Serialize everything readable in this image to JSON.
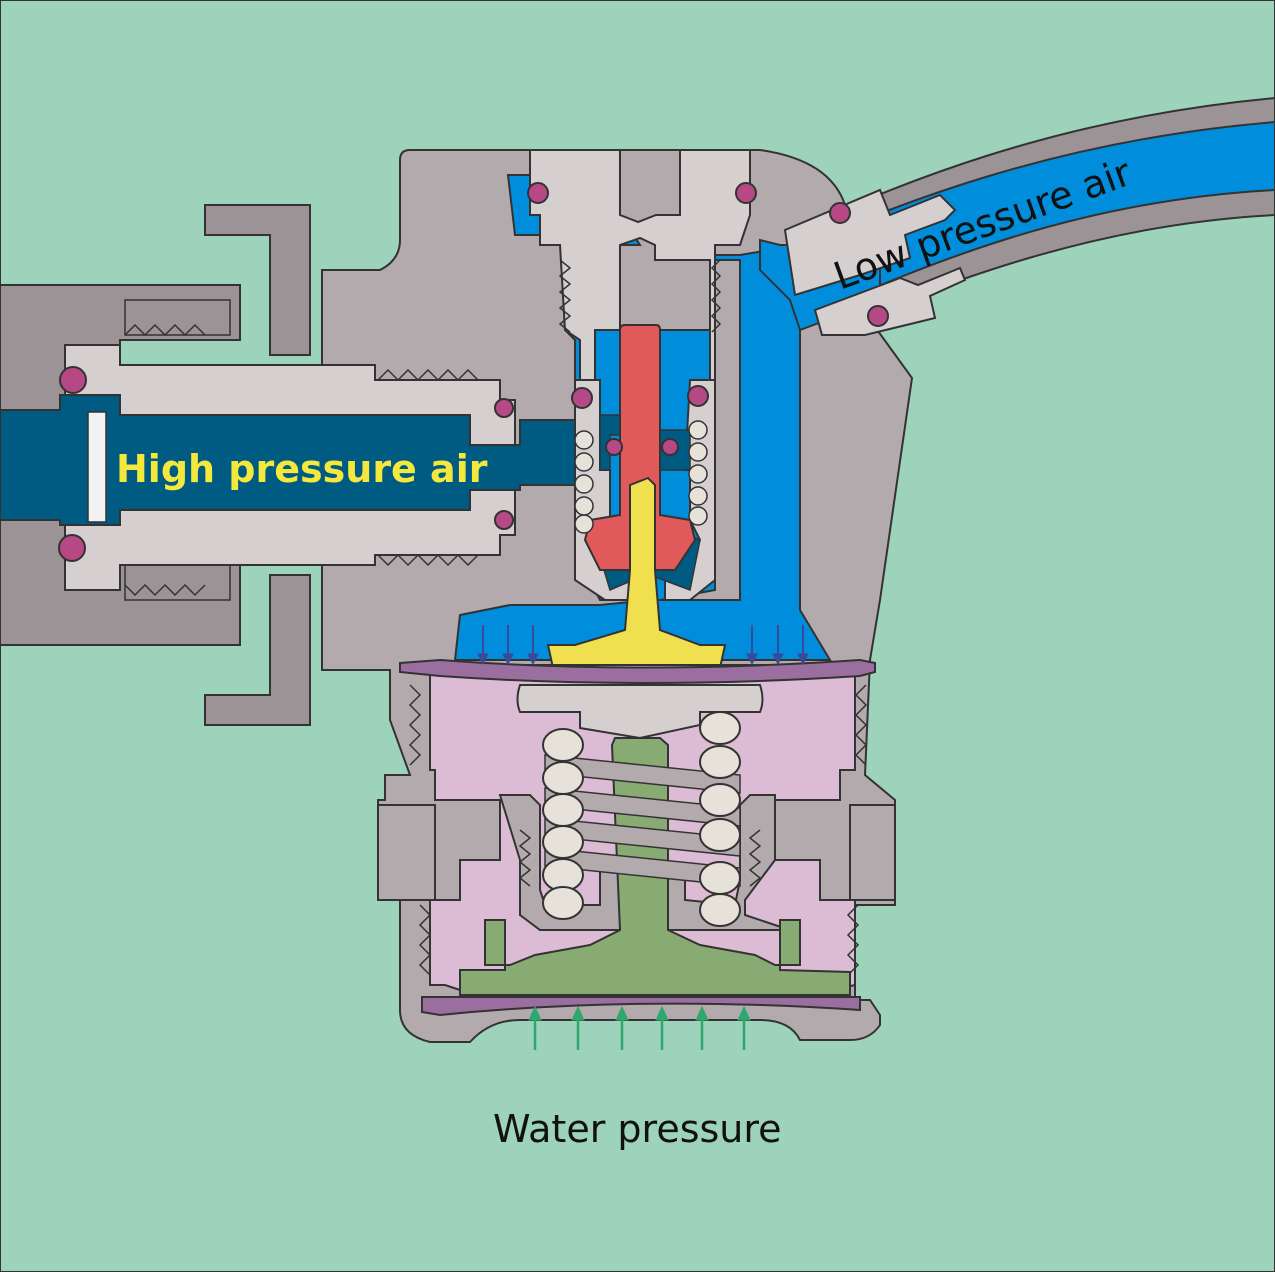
{
  "diagram": {
    "labels": {
      "high_pressure": "High pressure air",
      "low_pressure": "Low pressure air",
      "water_pressure": "Water pressure"
    },
    "colors": {
      "background": "#9dd3bb",
      "body": "#b3aaad",
      "body_dark": "#9b9396",
      "chrome": "#d5cfcf",
      "high_pressure_air": "#005b82",
      "low_pressure_air": "#008edc",
      "valve_seat": "#e05a5c",
      "poppet": "#f0e050",
      "diaphragm": "#9a6fa0",
      "chamber": "#dcbcd4",
      "stem": "#88aa73",
      "o_ring": "#b74886",
      "spring": "#e6e2da",
      "label_yellow": "#f4e83c",
      "water_arrow": "#2fa86e",
      "air_arrow": "#3a4a9a"
    }
  }
}
